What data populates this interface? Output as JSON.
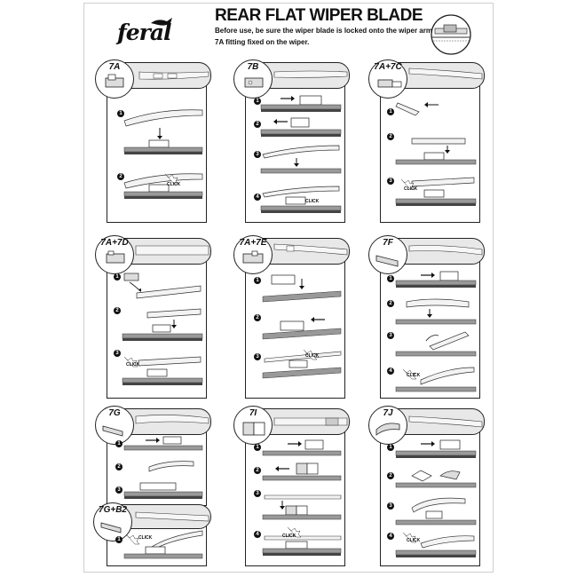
{
  "brand": {
    "logo": "feral"
  },
  "header": {
    "title": "REAR FLAT WIPER BLADE",
    "line1": "Before use, be sure the wiper blade is locked onto the wiper arm.",
    "line2": "7A fitting fixed on the wiper."
  },
  "panels": {
    "p7A": {
      "code": "7A",
      "steps": [
        "1",
        "2"
      ],
      "click": "CLICK"
    },
    "p7B": {
      "code": "7B",
      "steps": [
        "1",
        "2",
        "3",
        "4"
      ],
      "click": "CLICK"
    },
    "p7A7C": {
      "code": "7A+7C",
      "steps": [
        "1",
        "2",
        "3"
      ],
      "click": "CLICK"
    },
    "p7A7D": {
      "code": "7A+7D",
      "steps": [
        "1",
        "2",
        "3"
      ],
      "click": "CLICK"
    },
    "p7A7E": {
      "code": "7A+7E",
      "steps": [
        "1",
        "2",
        "3"
      ],
      "click": "CLICK"
    },
    "p7F": {
      "code": "7F",
      "steps": [
        "1",
        "2",
        "3",
        "4"
      ],
      "click": "CLICK"
    },
    "p7G": {
      "code": "7G",
      "steps": [
        "1",
        "2",
        "3"
      ]
    },
    "p7GB2": {
      "code": "7G+B2",
      "steps": [
        "1"
      ],
      "click": "CLICK"
    },
    "p7I": {
      "code": "7I",
      "steps": [
        "1",
        "2",
        "3",
        "4"
      ],
      "click": "CLICK"
    },
    "p7J": {
      "code": "7J",
      "steps": [
        "1",
        "2",
        "3",
        "4"
      ],
      "click": "CLICK"
    }
  }
}
